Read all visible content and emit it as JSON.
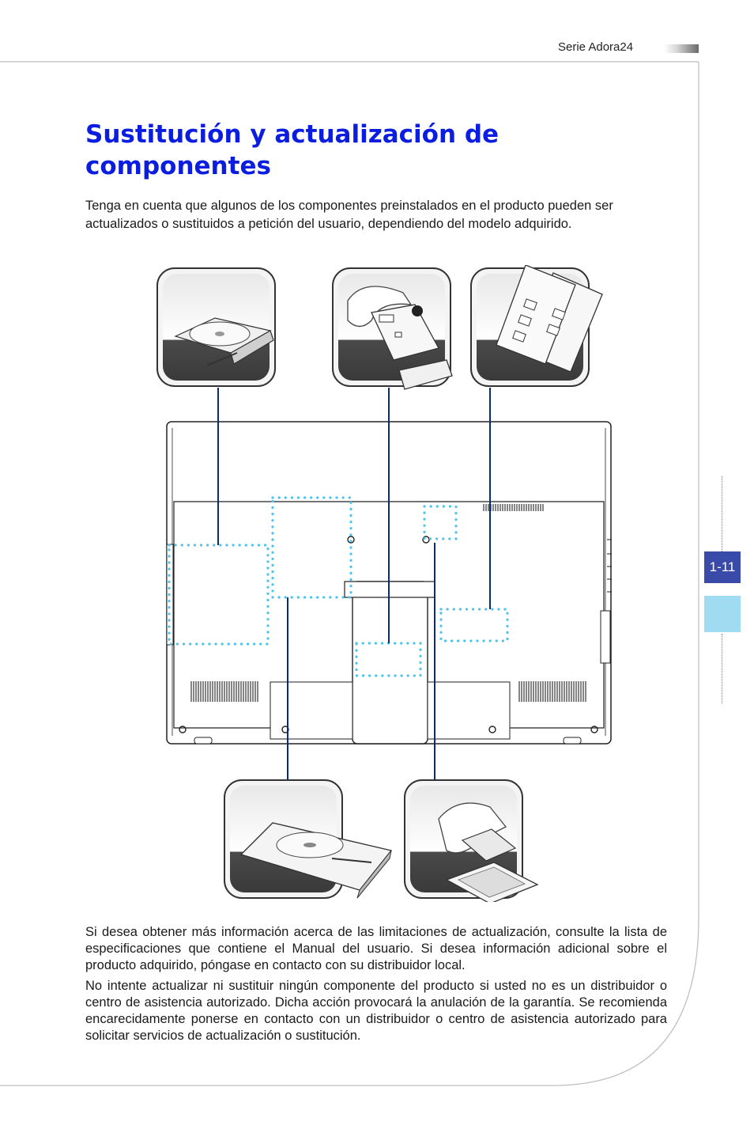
{
  "header": {
    "series_label": "Serie Adora24"
  },
  "title": "Sustitución y actualización de componentes",
  "intro": "Tenga en cuenta que algunos de los componentes preinstalados en el producto pueden ser actualizados o sustituidos a petición del usuario, dependiendo del modelo adquirido.",
  "figure": {
    "components": [
      {
        "name": "optical drive"
      },
      {
        "name": "wireless LAN card"
      },
      {
        "name": "memory modules"
      },
      {
        "name": "hard disk drive"
      },
      {
        "name": "CPU"
      }
    ],
    "colors": {
      "outline": "#222222",
      "leader_line": "#0a2a7a",
      "dotted_area": "#4fc3ea"
    }
  },
  "body": {
    "paragraph1": "Si desea obtener más información acerca de las limitaciones de actualización, consulte la lista de especificaciones que contiene el Manual del usuario. Si desea información adicional sobre el producto adquirido, póngase en contacto con su distribuidor local.",
    "paragraph2": "No intente actualizar ni sustituir ningún componente del producto si usted no es un distribuidor o centro de asistencia autorizado. Dicha acción provocará la anulación de la garantía. Se recomienda encarecidamente ponerse en contacto con un distribuidor o centro de asistencia autorizado para solicitar servicios de actualización o sustitución."
  },
  "sidebar": {
    "page_number": "1-11"
  }
}
